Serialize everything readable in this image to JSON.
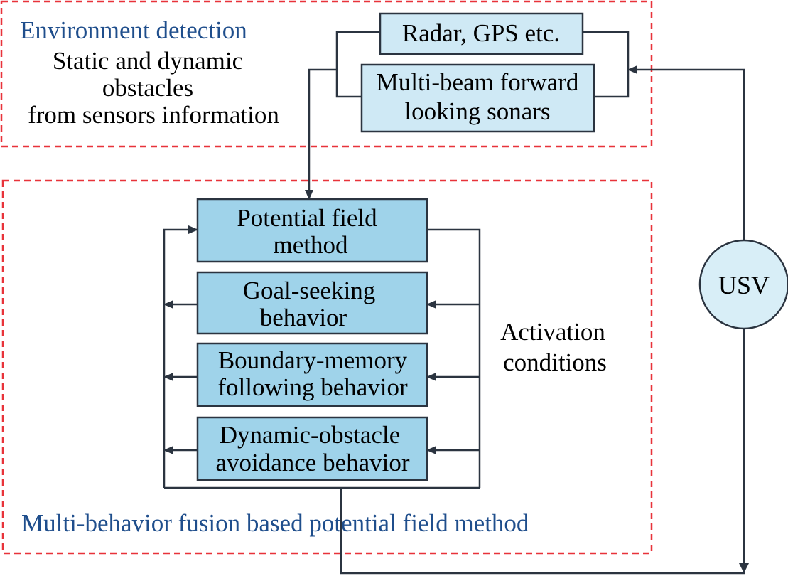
{
  "colors": {
    "dashed_border": "#e8333a",
    "title_text": "#1f4e8c",
    "body_text": "#000000",
    "box_fill_light": "#cfe9f5",
    "box_fill": "#9fd3ea",
    "box_stroke": "#2b3440",
    "line": "#2b3440",
    "usv_fill": "#d8eef7"
  },
  "environment": {
    "title": "Environment detection",
    "desc": [
      "Static and dynamic",
      "obstacles",
      "from sensors information"
    ],
    "sensor_radar": "Radar, GPS etc.",
    "sensor_sonar": [
      "Multi-beam forward",
      "looking sonars"
    ]
  },
  "fusion": {
    "title": "Multi-behavior fusion based potential field method",
    "potential_field": [
      "Potential field",
      "method"
    ],
    "goal_seeking": [
      "Goal-seeking",
      "behavior"
    ],
    "boundary_memory": [
      "Boundary-memory",
      "following behavior"
    ],
    "dynamic_obstacle": [
      "Dynamic-obstacle",
      "avoidance behavior"
    ],
    "activation": [
      "Activation",
      "conditions"
    ]
  },
  "usv": {
    "label": "USV"
  }
}
